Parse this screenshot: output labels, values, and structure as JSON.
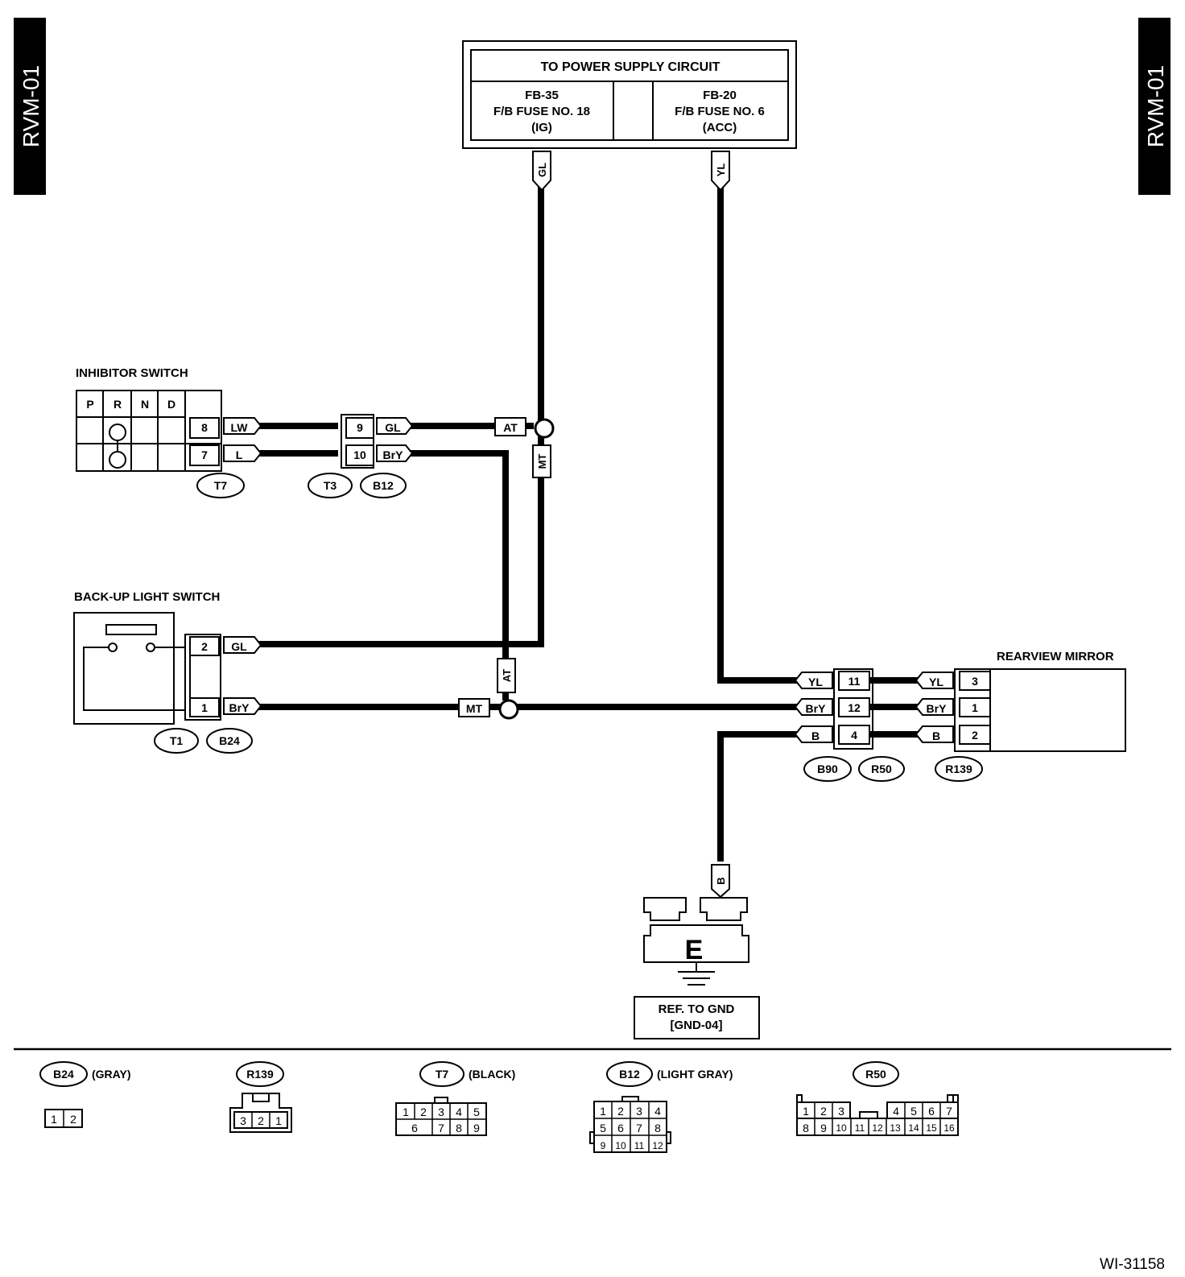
{
  "page_code": "RVM-01",
  "figure_ref": "WI-31158",
  "power_supply": {
    "title": "TO POWER SUPPLY CIRCUIT",
    "left": {
      "line1": "FB-35",
      "line2": "F/B FUSE NO. 18",
      "line3": "(IG)"
    },
    "right": {
      "line1": "FB-20",
      "line2": "F/B FUSE NO. 6",
      "line3": "(ACC)"
    }
  },
  "wires": {
    "gl": "GL",
    "yl": "YL",
    "lw": "LW",
    "l": "L",
    "bry": "BrY",
    "b": "B",
    "at": "AT",
    "mt": "MT"
  },
  "inhibitor": {
    "title": "INHIBITOR SWITCH",
    "positions": [
      "P",
      "R",
      "N",
      "D"
    ],
    "pins": [
      "8",
      "7"
    ],
    "mid_pins": [
      "9",
      "10"
    ],
    "connectors": [
      "T7",
      "T3",
      "B12"
    ]
  },
  "backup": {
    "title": "BACK-UP LIGHT SWITCH",
    "pins": [
      "2",
      "1"
    ],
    "connectors": [
      "T1",
      "B24"
    ]
  },
  "mirror": {
    "title": "REARVIEW MIRROR",
    "mid_pins": [
      "11",
      "12",
      "4"
    ],
    "pins": [
      "3",
      "1",
      "2"
    ],
    "connectors": [
      "B90",
      "R50",
      "R139"
    ]
  },
  "ground": {
    "letter": "E",
    "ref1": "REF. TO GND",
    "ref2": "[GND-04]"
  },
  "legend": {
    "b24": {
      "code": "B24",
      "color": "(GRAY)",
      "pins": [
        "1",
        "2"
      ]
    },
    "r139": {
      "code": "R139",
      "pins": [
        "3",
        "2",
        "1"
      ]
    },
    "t7": {
      "code": "T7",
      "color": "(BLACK)",
      "row1": [
        "1",
        "2",
        "3",
        "4",
        "5"
      ],
      "row2": [
        "6",
        "7",
        "8",
        "9"
      ]
    },
    "b12": {
      "code": "B12",
      "color": "(LIGHT GRAY)",
      "row1": [
        "1",
        "2",
        "3",
        "4"
      ],
      "row2": [
        "5",
        "6",
        "7",
        "8"
      ],
      "row3": [
        "9",
        "10",
        "11",
        "12"
      ]
    },
    "r50": {
      "code": "R50",
      "row1": [
        "1",
        "2",
        "3",
        "4",
        "5",
        "6",
        "7"
      ],
      "row2": [
        "8",
        "9",
        "10",
        "11",
        "12",
        "13",
        "14",
        "15",
        "16"
      ]
    }
  }
}
